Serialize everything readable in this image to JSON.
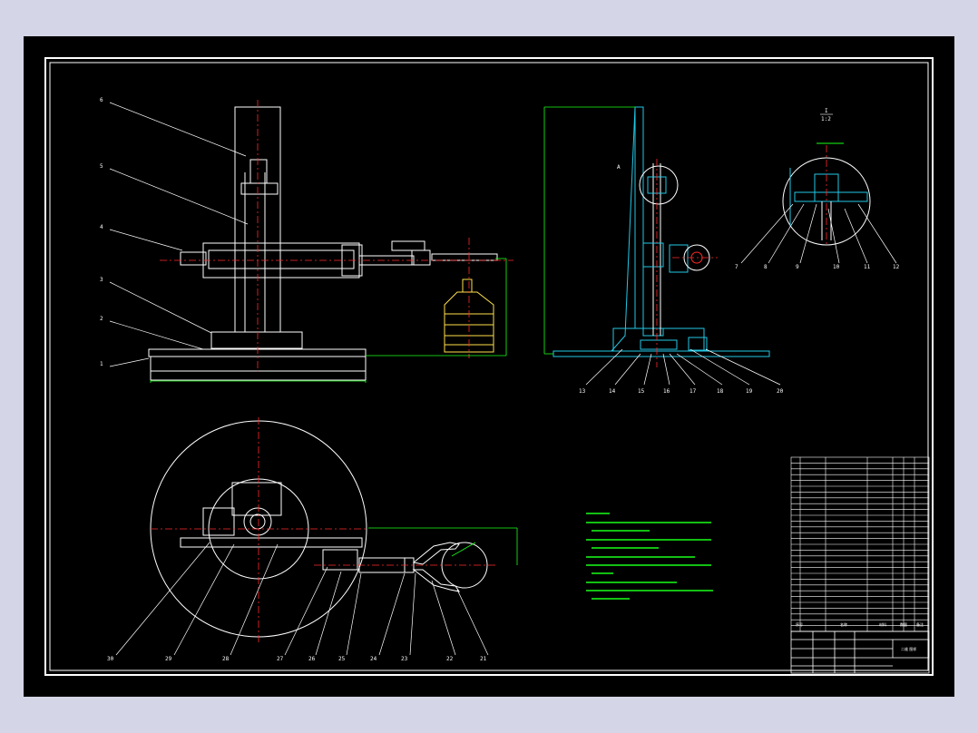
{
  "drawing": {
    "title_block_name": "二维 图样",
    "title_block_headers": [
      "序号",
      "名称",
      "材料",
      "数量",
      "备注"
    ],
    "section_marker_letter": "I",
    "section_marker_scale": "1:2",
    "callouts_front": [
      "6",
      "5",
      "4",
      "3",
      "2",
      "1"
    ],
    "callouts_side": [
      "13",
      "14",
      "15",
      "16",
      "17",
      "18",
      "19",
      "20"
    ],
    "callouts_detail": [
      "7",
      "8",
      "9",
      "10",
      "11",
      "12"
    ],
    "callouts_plan": [
      "30",
      "29",
      "28",
      "27",
      "26",
      "25",
      "24",
      "23",
      "22",
      "21"
    ],
    "side_detail_letter": "A",
    "colors": {
      "background": "#000000",
      "outline": "#ffffff",
      "dimension": "#19ff19",
      "centerline": "#ff2a2a",
      "hatch": "#22c8e6",
      "part": "#ffe14a"
    }
  }
}
